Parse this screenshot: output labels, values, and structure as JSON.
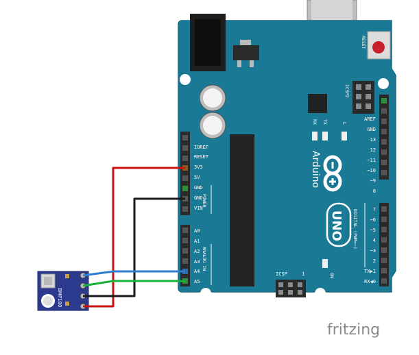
{
  "diagram": {
    "board": {
      "name": "Arduino",
      "model": "UNO",
      "reset_label": "RESET",
      "icsp_labels": [
        "ICSP2",
        "ICSP"
      ],
      "led_labels": [
        "TX",
        "RX",
        "L",
        "ON"
      ],
      "power_pins": [
        "IOREF",
        "RESET",
        "3V3",
        "5V",
        "GND",
        "GND",
        "VIN"
      ],
      "power_header_label": "POWER",
      "analog_pins": [
        "A0",
        "A1",
        "A2",
        "A3",
        "A4",
        "A5"
      ],
      "analog_header_label": "ANALOG IN",
      "digital_pins_top": [
        "AREF",
        "GND",
        "13",
        "12",
        "~11",
        "~10",
        "~9",
        "8"
      ],
      "digital_pins_bottom": [
        "7",
        "~6",
        "~5",
        "4",
        "~3",
        "2",
        "TX▶1",
        "RX◀0"
      ],
      "digital_header_label": "DIGITAL (PWM=~)",
      "icsp_pin_mark": "1",
      "colors": {
        "board": "#1a7a96",
        "board_edge": "#166b83",
        "header": "#2a2a2a"
      }
    },
    "sensor": {
      "name": "BMP180",
      "colors": {
        "pcb": "#2b3a8c"
      }
    },
    "wires": [
      {
        "from": "sensor VCC",
        "to": "3V3",
        "color": "#cc1111"
      },
      {
        "from": "sensor GND",
        "to": "GND",
        "color": "#1a1a1a"
      },
      {
        "from": "sensor SCL",
        "to": "A4",
        "color": "#2f7fd1"
      },
      {
        "from": "sensor SDA",
        "to": "A5",
        "color": "#1bb23b"
      }
    ],
    "watermark": "fritzing"
  }
}
